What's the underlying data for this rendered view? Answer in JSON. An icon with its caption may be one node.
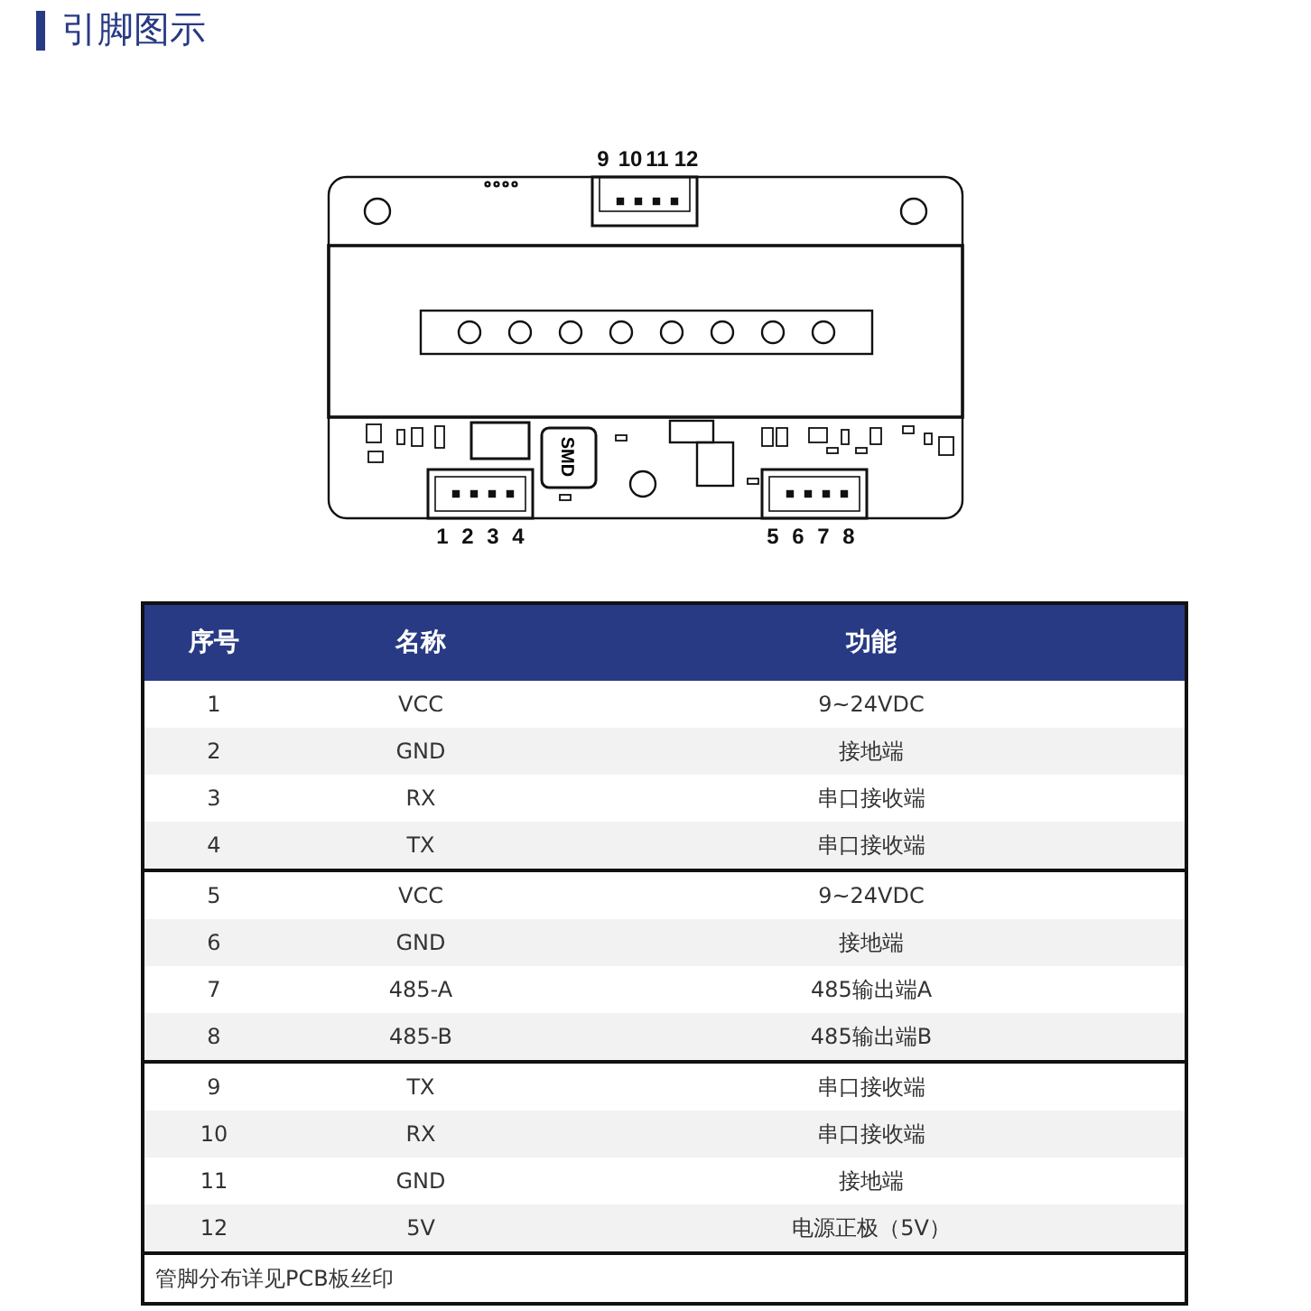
{
  "diagram": {
    "title": "引脚图示",
    "labels": [
      "9",
      "10",
      "11",
      "12",
      "SMD",
      "1",
      "2",
      "3",
      "4",
      "5",
      "6",
      "7",
      "8",
      "序号",
      "名称",
      "功能",
      "1",
      "VCC",
      "9~24VDC",
      "2",
      "GND",
      "接地端",
      "3",
      "RX",
      "串口接收端",
      "4",
      "TX",
      "串口接收端",
      "5",
      "VCC",
      "9~24VDC",
      "6",
      "GND",
      "接地端",
      "7",
      "485-A",
      "485输出端A",
      "8",
      "485-B",
      "485输出端B",
      "9",
      "TX",
      "串口接收端",
      "10",
      "RX",
      "串口接收端",
      "11",
      "GND",
      "接地端",
      "12",
      "5V",
      "电源正极（5V）",
      "管脚分布详见PCB板丝印"
    ]
  }
}
